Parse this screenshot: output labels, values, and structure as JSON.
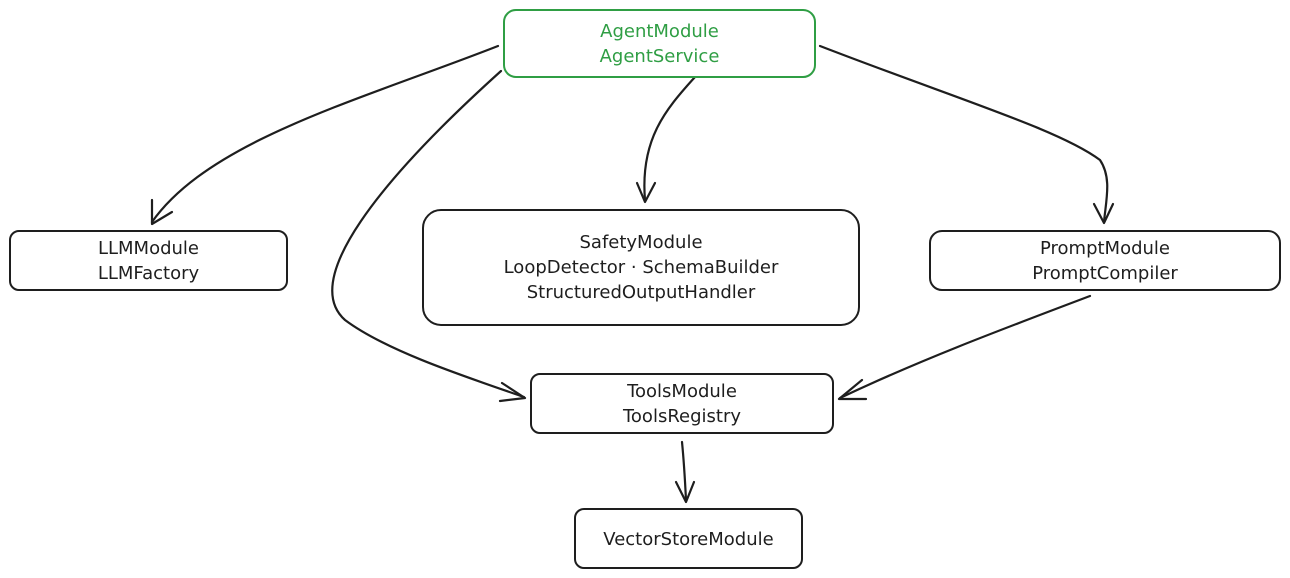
{
  "nodes": {
    "agent": {
      "lines": [
        "AgentModule",
        "AgentService"
      ]
    },
    "llm": {
      "lines": [
        "LLMModule",
        "LLMFactory"
      ]
    },
    "safety": {
      "lines": [
        "SafetyModule",
        "LoopDetector · SchemaBuilder",
        "StructuredOutputHandler"
      ]
    },
    "prompt": {
      "lines": [
        "PromptModule",
        "PromptCompiler"
      ]
    },
    "tools": {
      "lines": [
        "ToolsModule",
        "ToolsRegistry"
      ]
    },
    "vector": {
      "lines": [
        "VectorStoreModule"
      ]
    }
  },
  "edges": [
    {
      "from": "agent",
      "to": "llm"
    },
    {
      "from": "agent",
      "to": "safety"
    },
    {
      "from": "agent",
      "to": "prompt"
    },
    {
      "from": "agent",
      "to": "tools"
    },
    {
      "from": "prompt",
      "to": "tools"
    },
    {
      "from": "tools",
      "to": "vector"
    }
  ],
  "colors": {
    "primary": "#2f9e44",
    "stroke": "#1e1e1e",
    "background": "#ffffff"
  }
}
